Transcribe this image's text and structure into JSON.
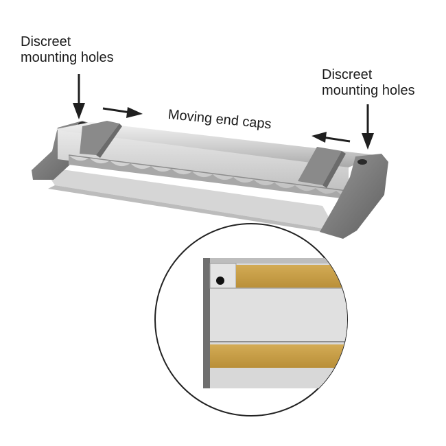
{
  "labels": {
    "mount_left_line1": "Discreet",
    "mount_left_line2": "mounting holes",
    "mount_right_line1": "Discreet",
    "mount_right_line2": "mounting holes",
    "moving_caps": "Moving end caps"
  },
  "colors": {
    "aluminum": "#c9c9c9",
    "aluminum_light": "#e6e6e6",
    "endcap_gray": "#7f7f7f",
    "tape_amber": "#c9a24a",
    "arrow": "#1f1f1f"
  }
}
